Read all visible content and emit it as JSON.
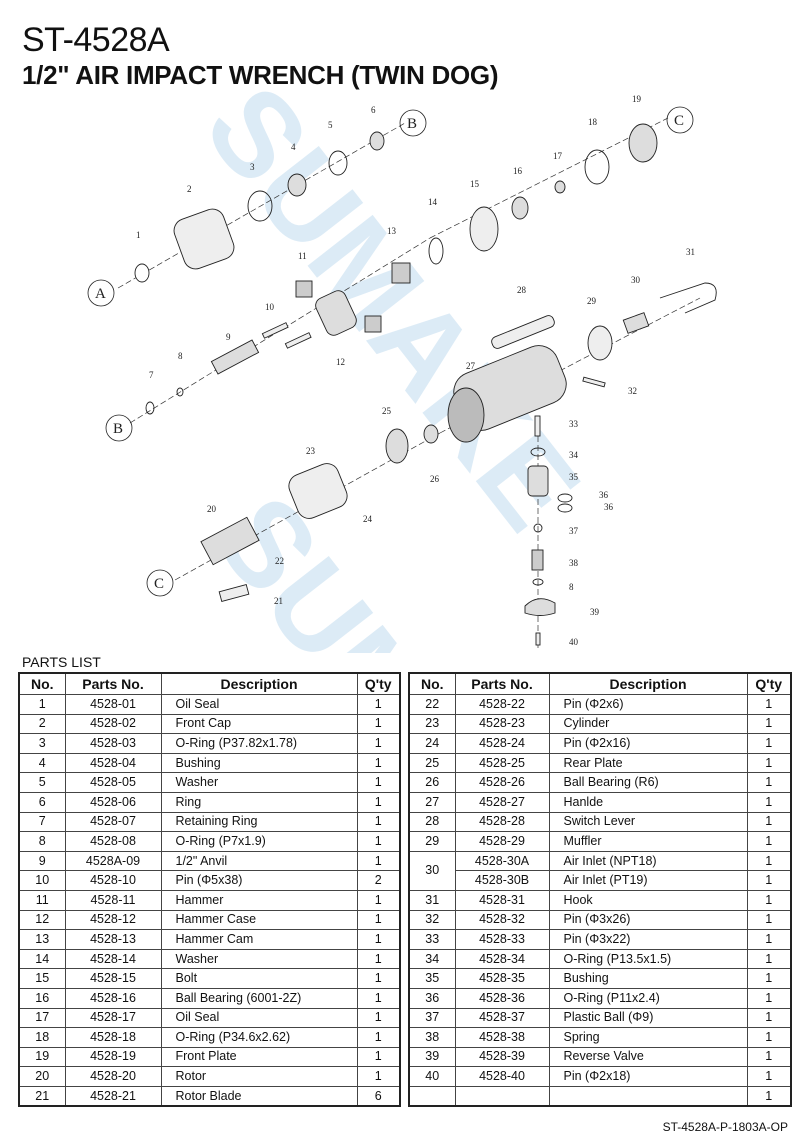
{
  "header": {
    "model": "ST-4528A",
    "name": "1/2\" AIR IMPACT WRENCH (TWIN DOG)"
  },
  "watermark": "SUMAKE",
  "diagram": {
    "callouts": [
      "A",
      "B",
      "C"
    ],
    "part_numbers": [
      "1",
      "2",
      "3",
      "4",
      "5",
      "6",
      "7",
      "8",
      "9",
      "10",
      "11",
      "12",
      "13",
      "14",
      "15",
      "16",
      "17",
      "18",
      "19",
      "20",
      "21",
      "22",
      "23",
      "24",
      "25",
      "26",
      "27",
      "28",
      "29",
      "30",
      "31",
      "32",
      "33",
      "34",
      "35",
      "36",
      "37",
      "38",
      "39",
      "40"
    ]
  },
  "parts_list": {
    "label": "PARTS LIST",
    "columns": {
      "no": "No.",
      "parts_no": "Parts No.",
      "description": "Description",
      "qty": "Q'ty"
    },
    "left": [
      {
        "no": "1",
        "parts_no": "4528-01",
        "description": "Oil Seal",
        "qty": "1"
      },
      {
        "no": "2",
        "parts_no": "4528-02",
        "description": "Front Cap",
        "qty": "1"
      },
      {
        "no": "3",
        "parts_no": "4528-03",
        "description": "O-Ring (P37.82x1.78)",
        "qty": "1"
      },
      {
        "no": "4",
        "parts_no": "4528-04",
        "description": "Bushing",
        "qty": "1"
      },
      {
        "no": "5",
        "parts_no": "4528-05",
        "description": "Washer",
        "qty": "1"
      },
      {
        "no": "6",
        "parts_no": "4528-06",
        "description": "Ring",
        "qty": "1"
      },
      {
        "no": "7",
        "parts_no": "4528-07",
        "description": "Retaining Ring",
        "qty": "1"
      },
      {
        "no": "8",
        "parts_no": "4528-08",
        "description": "O-Ring (P7x1.9)",
        "qty": "1"
      },
      {
        "no": "9",
        "parts_no": "4528A-09",
        "description": "1/2\" Anvil",
        "qty": "1"
      },
      {
        "no": "10",
        "parts_no": "4528-10",
        "description": "Pin (Φ5x38)",
        "qty": "2"
      },
      {
        "no": "11",
        "parts_no": "4528-11",
        "description": "Hammer",
        "qty": "1"
      },
      {
        "no": "12",
        "parts_no": "4528-12",
        "description": "Hammer Case",
        "qty": "1"
      },
      {
        "no": "13",
        "parts_no": "4528-13",
        "description": "Hammer Cam",
        "qty": "1"
      },
      {
        "no": "14",
        "parts_no": "4528-14",
        "description": "Washer",
        "qty": "1"
      },
      {
        "no": "15",
        "parts_no": "4528-15",
        "description": "Bolt",
        "qty": "1"
      },
      {
        "no": "16",
        "parts_no": "4528-16",
        "description": "Ball Bearing (6001-2Z)",
        "qty": "1"
      },
      {
        "no": "17",
        "parts_no": "4528-17",
        "description": "Oil Seal",
        "qty": "1"
      },
      {
        "no": "18",
        "parts_no": "4528-18",
        "description": "O-Ring (P34.6x2.62)",
        "qty": "1"
      },
      {
        "no": "19",
        "parts_no": "4528-19",
        "description": "Front Plate",
        "qty": "1"
      },
      {
        "no": "20",
        "parts_no": "4528-20",
        "description": "Rotor",
        "qty": "1"
      },
      {
        "no": "21",
        "parts_no": "4528-21",
        "description": "Rotor Blade",
        "qty": "6"
      }
    ],
    "right": [
      {
        "no": "22",
        "parts_no": "4528-22",
        "description": "Pin (Φ2x6)",
        "qty": "1"
      },
      {
        "no": "23",
        "parts_no": "4528-23",
        "description": "Cylinder",
        "qty": "1"
      },
      {
        "no": "24",
        "parts_no": "4528-24",
        "description": "Pin (Φ2x16)",
        "qty": "1"
      },
      {
        "no": "25",
        "parts_no": "4528-25",
        "description": "Rear Plate",
        "qty": "1"
      },
      {
        "no": "26",
        "parts_no": "4528-26",
        "description": "Ball Bearing (R6)",
        "qty": "1"
      },
      {
        "no": "27",
        "parts_no": "4528-27",
        "description": "Hanlde",
        "qty": "1"
      },
      {
        "no": "28",
        "parts_no": "4528-28",
        "description": "Switch Lever",
        "qty": "1"
      },
      {
        "no": "29",
        "parts_no": "4528-29",
        "description": "Muffler",
        "qty": "1"
      },
      {
        "no": "30",
        "parts_no": "4528-30A",
        "description": "Air Inlet (NPT18)",
        "qty": "1"
      },
      {
        "no": "",
        "parts_no": "4528-30B",
        "description": "Air Inlet (PT19)",
        "qty": "1"
      },
      {
        "no": "31",
        "parts_no": "4528-31",
        "description": "Hook",
        "qty": "1"
      },
      {
        "no": "32",
        "parts_no": "4528-32",
        "description": "Pin (Φ3x26)",
        "qty": "1"
      },
      {
        "no": "33",
        "parts_no": "4528-33",
        "description": "Pin (Φ3x22)",
        "qty": "1"
      },
      {
        "no": "34",
        "parts_no": "4528-34",
        "description": "O-Ring (P13.5x1.5)",
        "qty": "1"
      },
      {
        "no": "35",
        "parts_no": "4528-35",
        "description": "Bushing",
        "qty": "1"
      },
      {
        "no": "36",
        "parts_no": "4528-36",
        "description": "O-Ring (P11x2.4)",
        "qty": "1"
      },
      {
        "no": "37",
        "parts_no": "4528-37",
        "description": "Plastic Ball (Φ9)",
        "qty": "1"
      },
      {
        "no": "38",
        "parts_no": "4528-38",
        "description": "Spring",
        "qty": "1"
      },
      {
        "no": "39",
        "parts_no": "4528-39",
        "description": "Reverse Valve",
        "qty": "1"
      },
      {
        "no": "40",
        "parts_no": "4528-40",
        "description": "Pin (Φ2x18)",
        "qty": "1"
      },
      {
        "no": "",
        "parts_no": "",
        "description": "",
        "qty": "1"
      }
    ]
  },
  "footer": {
    "code": "ST-4528A-P-1803A-OP"
  },
  "colors": {
    "watermark": "#9ec8e6",
    "line": "#222222",
    "background": "#ffffff"
  }
}
